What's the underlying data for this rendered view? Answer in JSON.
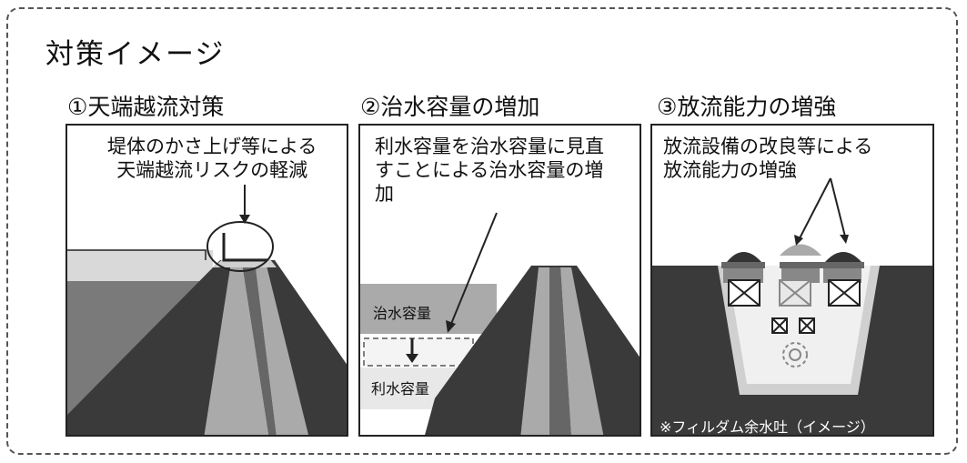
{
  "title": "対策イメージ",
  "sections": [
    {
      "heading": "①天端越流対策",
      "caption_lines": [
        "堤体のかさ上げ等による",
        "天端越流リスクの軽減"
      ]
    },
    {
      "heading": "②治水容量の増加",
      "caption_lines": [
        "利水容量を治水容量に見直",
        "すことによる治水容量の増",
        "加"
      ],
      "labels": {
        "flood": "治水容量",
        "water": "利水容量"
      }
    },
    {
      "heading": "③放流能力の増強",
      "caption_lines": [
        "放流設備の改良等による",
        "放流能力の増強"
      ],
      "note": "※フィルダム余水吐（イメージ）"
    }
  ]
}
